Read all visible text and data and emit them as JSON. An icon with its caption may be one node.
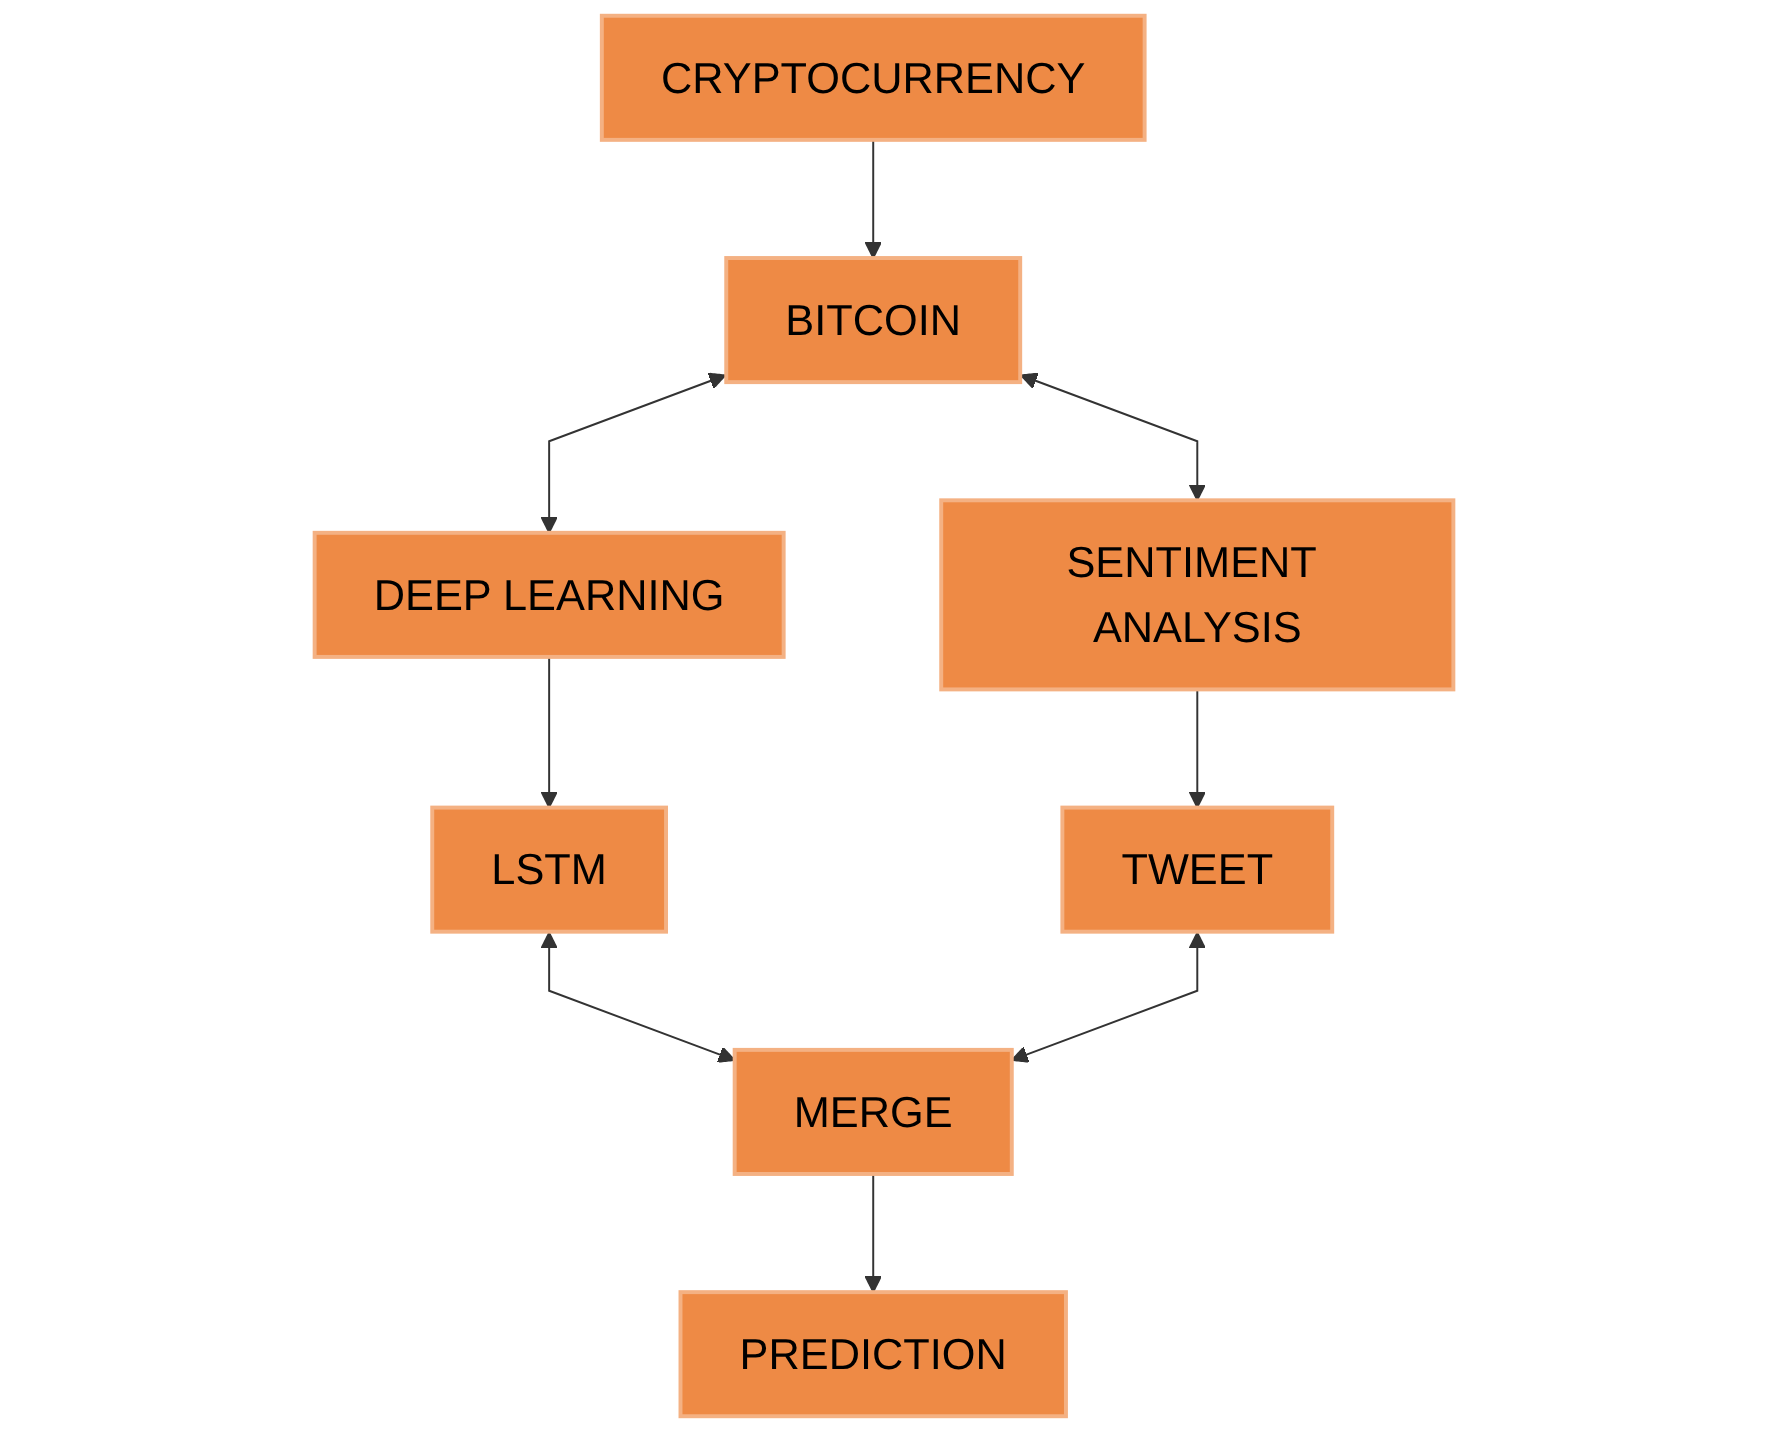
{
  "diagram": {
    "nodes": [
      {
        "text": [
          "CRYPTOCURRENCY"
        ]
      },
      {
        "text": [
          "BITCOIN"
        ]
      },
      {
        "text": [
          "DEEP LEARNING"
        ]
      },
      {
        "text": [
          "SENTIMENT ANALYSIS"
        ]
      },
      {
        "text": [
          "LSTM"
        ]
      },
      {
        "text": [
          "TWEET"
        ]
      },
      {
        "text": [
          "MERGE"
        ]
      },
      {
        "text": [
          "PREDICTION"
        ]
      }
    ],
    "edges": [
      {
        "from": 0,
        "to": 1,
        "arrow": "to"
      },
      {
        "from": 1,
        "to": 2,
        "arrow": "both"
      },
      {
        "from": 1,
        "to": 3,
        "arrow": "both"
      },
      {
        "from": 2,
        "to": 4,
        "arrow": "to"
      },
      {
        "from": 3,
        "to": 5,
        "arrow": "to"
      },
      {
        "from": 4,
        "to": 6,
        "arrow": "both"
      },
      {
        "from": 5,
        "to": 6,
        "arrow": "both"
      },
      {
        "from": 6,
        "to": 7,
        "arrow": "to"
      }
    ]
  }
}
